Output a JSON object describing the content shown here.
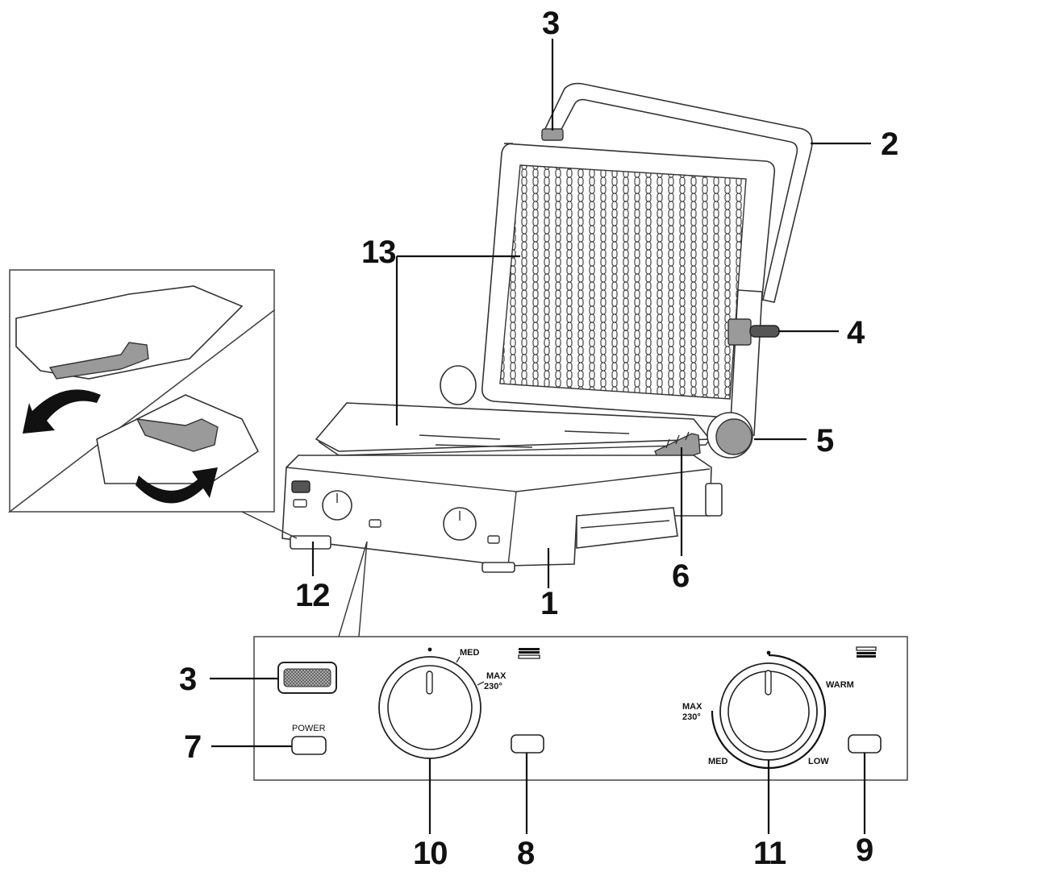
{
  "callouts": [
    {
      "id": "3",
      "label": "3"
    },
    {
      "id": "2",
      "label": "2"
    },
    {
      "id": "13",
      "label": "13"
    },
    {
      "id": "4",
      "label": "4"
    },
    {
      "id": "5",
      "label": "5"
    },
    {
      "id": "6",
      "label": "6"
    },
    {
      "id": "1",
      "label": "1"
    },
    {
      "id": "12",
      "label": "12"
    }
  ],
  "panel_callouts": [
    {
      "id": "3",
      "label": "3"
    },
    {
      "id": "7",
      "label": "7"
    },
    {
      "id": "10",
      "label": "10"
    },
    {
      "id": "8",
      "label": "8"
    },
    {
      "id": "11",
      "label": "11"
    },
    {
      "id": "9",
      "label": "9"
    }
  ],
  "panel_text": {
    "power": "POWER",
    "knob_left_med": "MED",
    "knob_left_max": "MAX",
    "knob_left_temp": "230°",
    "knob_right_warm": "WARM",
    "knob_right_max": "MAX",
    "knob_right_temp": "230°",
    "knob_right_med": "MED",
    "knob_right_low": "LOW"
  }
}
